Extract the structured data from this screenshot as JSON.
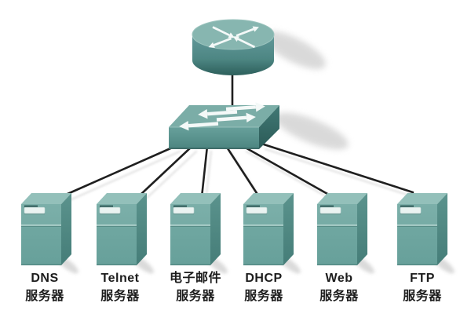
{
  "diagram": {
    "type": "network-topology",
    "background_color": "#ffffff",
    "colors": {
      "device_front": "#659c97",
      "device_top": "#93c0ba",
      "device_side": "#57908a",
      "cable": "#1f1f1f",
      "arrow_white": "#f4f9f8",
      "label_text": "#1c1c1c",
      "shadow": "#b5b5b5"
    },
    "devices": {
      "router": {
        "kind": "router",
        "icon": "router-crossed-arrows-icon"
      },
      "switch": {
        "kind": "switch",
        "icon": "switch-arrows-icon"
      },
      "servers": [
        {
          "id": "dns-server",
          "label_line1": "DNS",
          "label_line2": "服务器"
        },
        {
          "id": "telnet-server",
          "label_line1": "Telnet",
          "label_line2": "服务器"
        },
        {
          "id": "email-server",
          "label_line1": "电子邮件",
          "label_line2": "服务器"
        },
        {
          "id": "dhcp-server",
          "label_line1": "DHCP",
          "label_line2": "服务器"
        },
        {
          "id": "web-server",
          "label_line1": "Web",
          "label_line2": "服务器"
        },
        {
          "id": "ftp-server",
          "label_line1": "FTP",
          "label_line2": "服务器"
        }
      ]
    },
    "connections": [
      {
        "from": "router",
        "to": "switch"
      },
      {
        "from": "switch",
        "to": "DNS 服务器"
      },
      {
        "from": "switch",
        "to": "Telnet 服务器"
      },
      {
        "from": "switch",
        "to": "电子邮件 服务器"
      },
      {
        "from": "switch",
        "to": "DHCP 服务器"
      },
      {
        "from": "switch",
        "to": "Web 服务器"
      },
      {
        "from": "switch",
        "to": "FTP 服务器"
      }
    ]
  }
}
